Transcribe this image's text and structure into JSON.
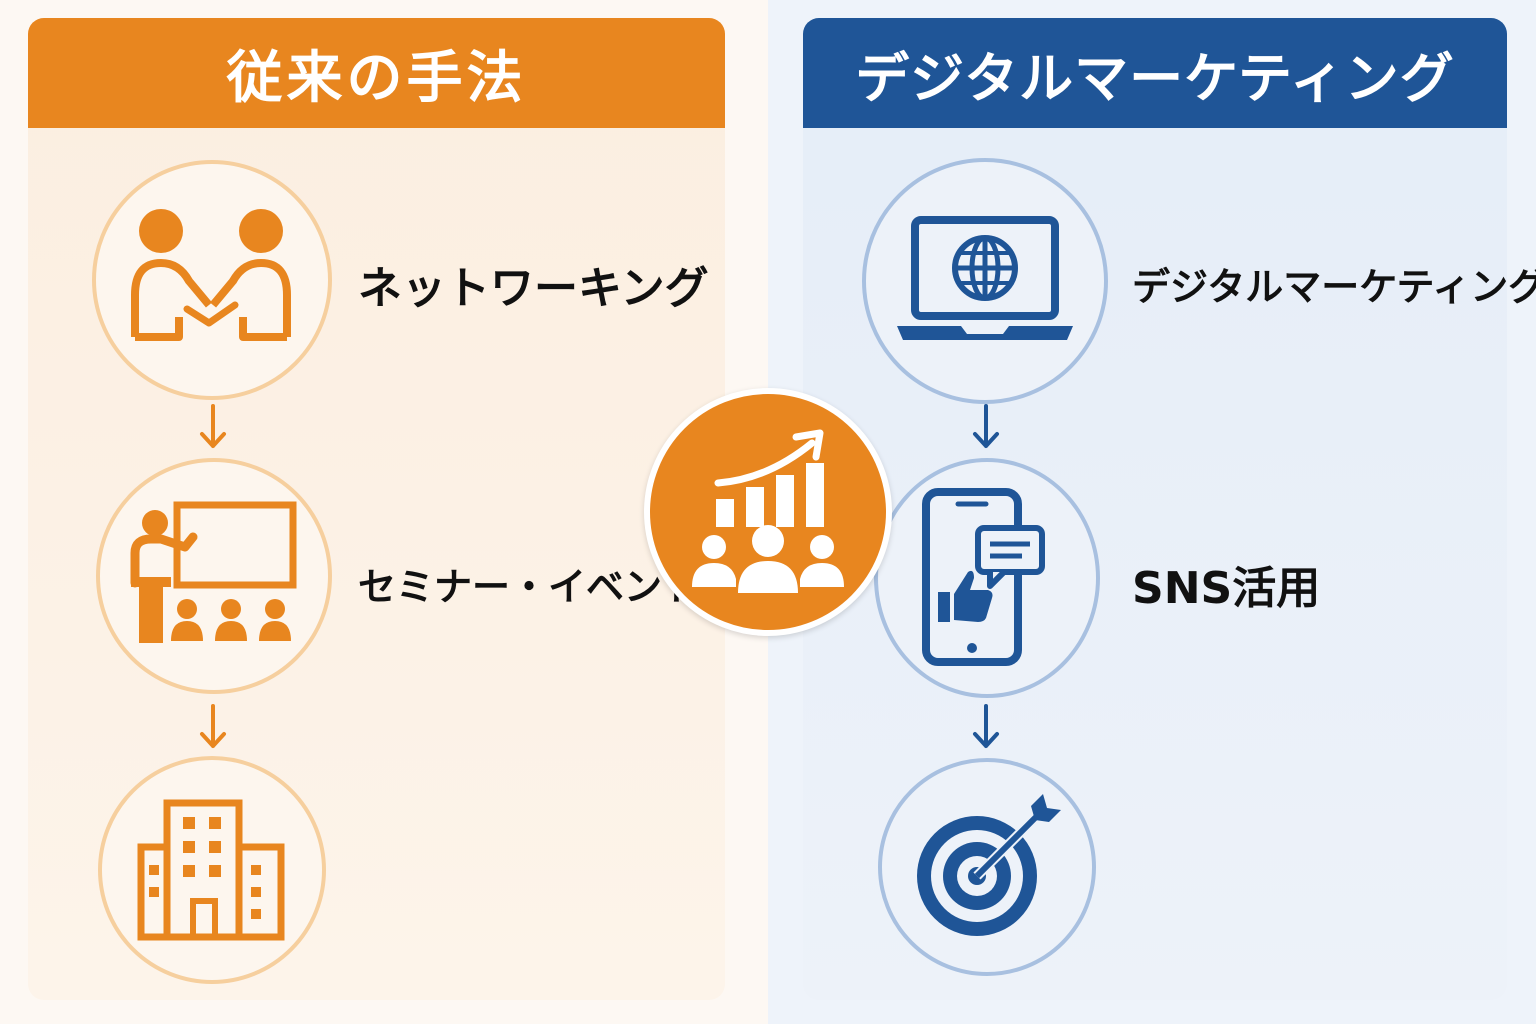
{
  "left_panel": {
    "title": "従来の手法",
    "items": [
      {
        "label": "ネットワーキング",
        "icon": "handshake-icon"
      },
      {
        "label": "セミナー・イベント",
        "icon": "presentation-icon"
      },
      {
        "label": "",
        "icon": "office-building-icon"
      }
    ]
  },
  "right_panel": {
    "title": "デジタルマーケティング",
    "items": [
      {
        "label": "デジタルマーケティング",
        "icon": "laptop-globe-icon"
      },
      {
        "label": "SNS活用",
        "icon": "smartphone-like-icon"
      },
      {
        "label": "",
        "icon": "target-icon"
      }
    ]
  },
  "center": {
    "icon": "growth-chart-people-icon"
  },
  "colors": {
    "orange": "#e8861f",
    "blue": "#1f5597",
    "orange_ring": "#f6cf9e",
    "blue_ring": "#a8c0e0"
  }
}
